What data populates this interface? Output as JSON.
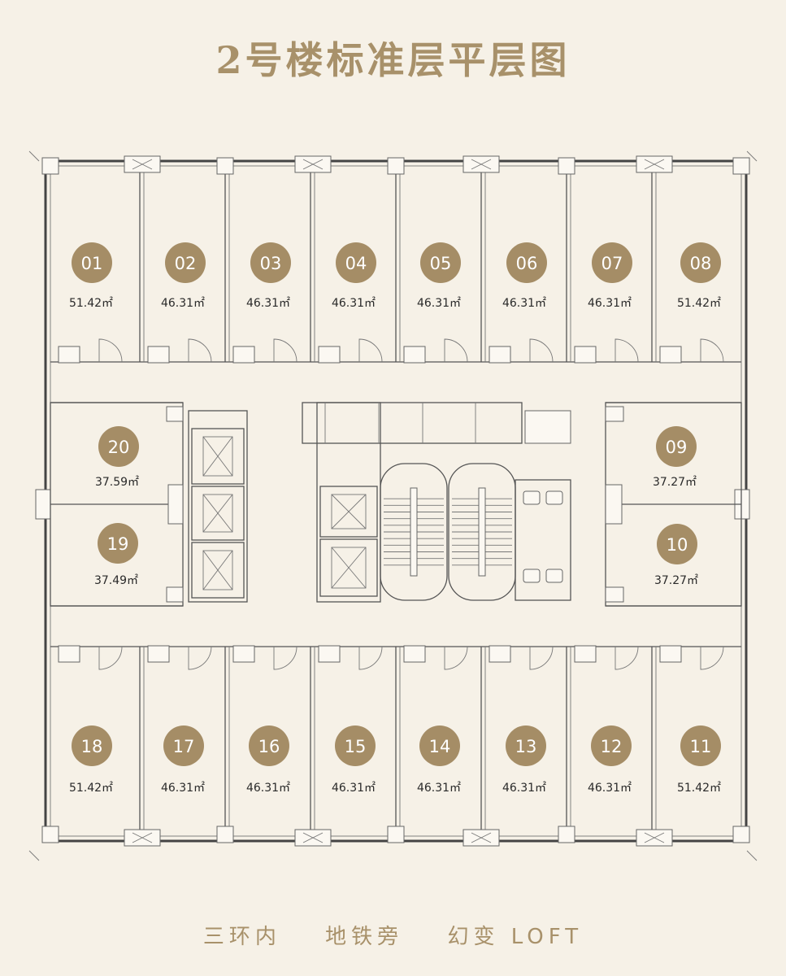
{
  "title": "2号楼标准层平层图",
  "footer": {
    "phrase1": "三环内",
    "phrase2": "地铁旁",
    "phrase3": "幻变 LOFT"
  },
  "units": [
    {
      "id": "01",
      "area": "51.42㎡"
    },
    {
      "id": "02",
      "area": "46.31㎡"
    },
    {
      "id": "03",
      "area": "46.31㎡"
    },
    {
      "id": "04",
      "area": "46.31㎡"
    },
    {
      "id": "05",
      "area": "46.31㎡"
    },
    {
      "id": "06",
      "area": "46.31㎡"
    },
    {
      "id": "07",
      "area": "46.31㎡"
    },
    {
      "id": "08",
      "area": "51.42㎡"
    },
    {
      "id": "09",
      "area": "37.27㎡"
    },
    {
      "id": "10",
      "area": "37.27㎡"
    },
    {
      "id": "11",
      "area": "51.42㎡"
    },
    {
      "id": "12",
      "area": "46.31㎡"
    },
    {
      "id": "13",
      "area": "46.31㎡"
    },
    {
      "id": "14",
      "area": "46.31㎡"
    },
    {
      "id": "15",
      "area": "46.31㎡"
    },
    {
      "id": "16",
      "area": "46.31㎡"
    },
    {
      "id": "17",
      "area": "46.31㎡"
    },
    {
      "id": "18",
      "area": "51.42㎡"
    },
    {
      "id": "19",
      "area": "37.49㎡"
    },
    {
      "id": "20",
      "area": "37.59㎡"
    }
  ],
  "colors": {
    "accent": "#a58d66",
    "title": "#a8916a",
    "background": "#f6f1e7"
  }
}
